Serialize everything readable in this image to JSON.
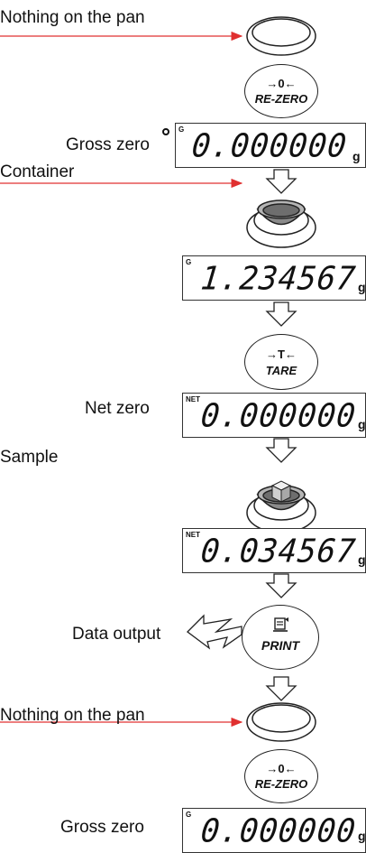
{
  "labels": {
    "nothing_on_pan_1": "Nothing on the pan",
    "gross_zero_1": "Gross zero",
    "container": "Container",
    "net_zero": "Net zero",
    "sample": "Sample",
    "data_output": "Data output",
    "nothing_on_pan_2": "Nothing on the pan",
    "gross_zero_2": "Gross zero"
  },
  "keys": {
    "rezero_1": {
      "top": "→0←",
      "bottom": "RE-ZERO"
    },
    "tare": {
      "top": "→T←",
      "bottom": "TARE"
    },
    "print": {
      "top": "",
      "bottom": "PRINT"
    },
    "rezero_2": {
      "top": "→0←",
      "bottom": "RE-ZERO"
    }
  },
  "displays": {
    "d1": {
      "mark": "G",
      "value": "0.000000",
      "unit": "g"
    },
    "d2": {
      "mark": "G",
      "value": "1.234567",
      "unit": "g"
    },
    "d3": {
      "mark": "NET",
      "value": "0.000000",
      "unit": "g"
    },
    "d4": {
      "mark": "NET",
      "value": "0.034567",
      "unit": "g"
    },
    "d5": {
      "mark": "G",
      "value": "0.000000",
      "unit": "g"
    }
  },
  "colors": {
    "arrow_line": "#e03030",
    "outline": "#222222",
    "container_fill": "#8a8a8a",
    "sample_fill": "#cccccc"
  }
}
